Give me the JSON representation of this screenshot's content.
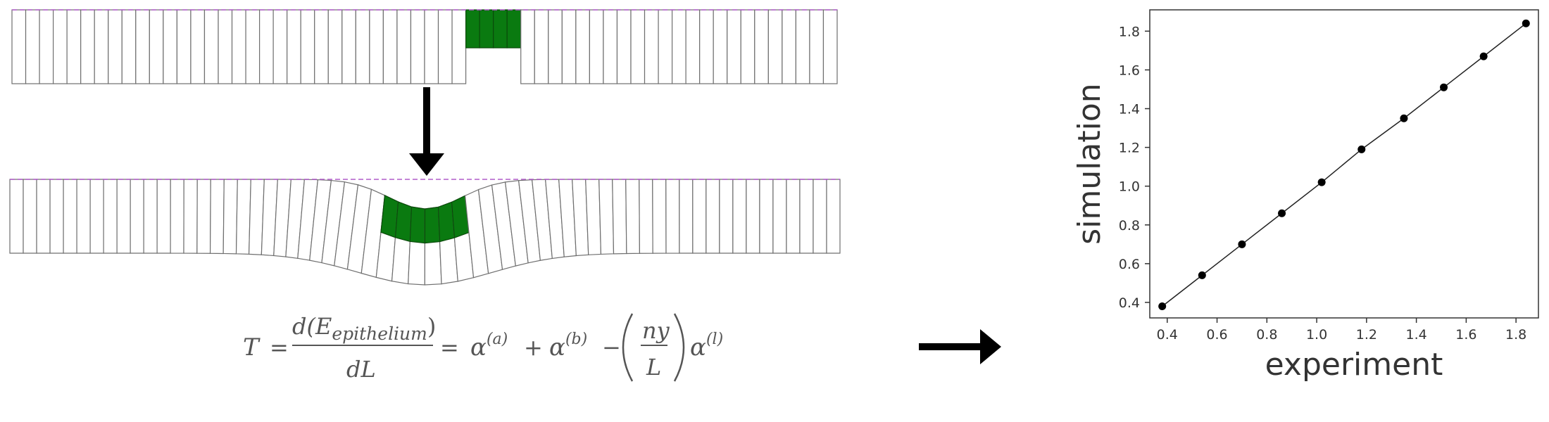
{
  "equation": {
    "lhs": "T",
    "eq": "=",
    "numerator": "d(E",
    "numerator_sub": "epithelium",
    "numerator_close": ")",
    "denominator": "dL",
    "eq2": "=",
    "term1": "α",
    "term1_sup": "(a)",
    "plus": "+",
    "term2": "α",
    "term2_sup": "(b)",
    "minus": "−",
    "frac2_num": "ny",
    "frac2_den": "L",
    "term3": "α",
    "term3_sup": "(l)"
  },
  "colors": {
    "cell_highlight": "#0a7a10",
    "cell_outline": "#6f6f6f",
    "apical_line": "#b05cc8",
    "arrow": "#000000",
    "chart_line": "#222222"
  },
  "chart_data": {
    "type": "line",
    "xlabel": "experiment",
    "ylabel": "simulation",
    "xlim": [
      0.33,
      1.89
    ],
    "ylim": [
      0.32,
      1.91
    ],
    "xticks": [
      "0.4",
      "0.6",
      "0.8",
      "1.0",
      "1.2",
      "1.4",
      "1.6",
      "1.8"
    ],
    "yticks": [
      "0.4",
      "0.6",
      "0.8",
      "1.0",
      "1.2",
      "1.4",
      "1.6",
      "1.8"
    ],
    "x": [
      0.38,
      0.54,
      0.7,
      0.86,
      1.02,
      1.18,
      1.35,
      1.51,
      1.67,
      1.84
    ],
    "y": [
      0.38,
      0.54,
      0.7,
      0.86,
      1.02,
      1.19,
      1.35,
      1.51,
      1.67,
      1.84
    ],
    "grid": false
  }
}
